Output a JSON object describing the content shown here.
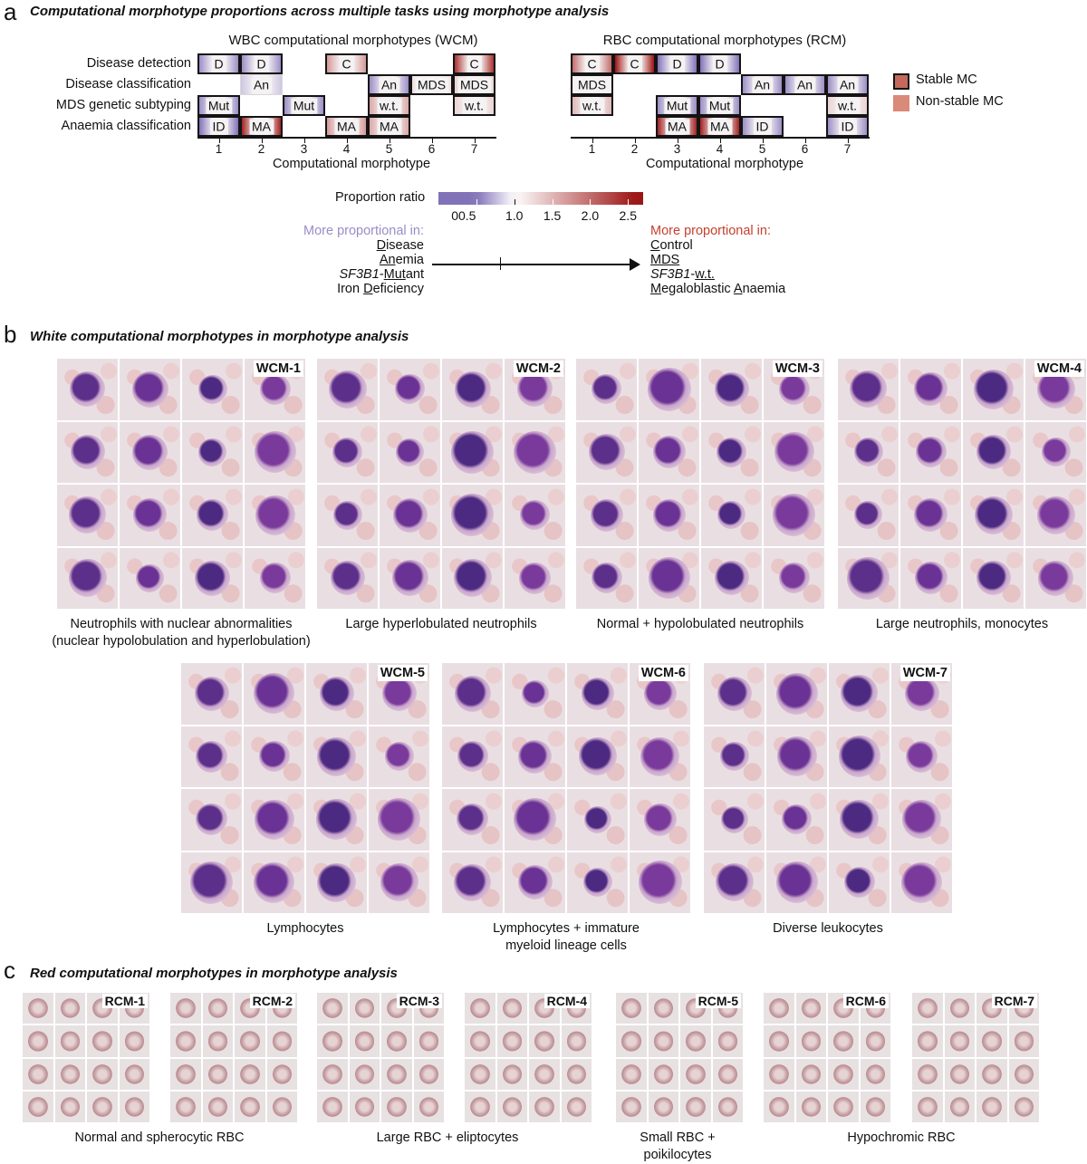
{
  "panel_a": {
    "letter": "a",
    "title": "Computational morphotype proportions across multiple tasks using morphotype analysis",
    "wbc_heading": "WBC computational morphotypes (WCM)",
    "rbc_heading": "RBC computational morphotypes (RCM)",
    "row_labels": [
      "Disease detection",
      "Disease classification",
      "MDS genetic subtyping",
      "Anaemia classification"
    ],
    "x_ticks": [
      "1",
      "2",
      "3",
      "4",
      "5",
      "6",
      "7"
    ],
    "x_axis_title": "Computational morphotype",
    "wbc_cells": [
      {
        "row": 0,
        "col": 1,
        "label": "D",
        "ratio": 0.6,
        "stable": true
      },
      {
        "row": 0,
        "col": 2,
        "label": "D",
        "ratio": 0.6,
        "stable": true
      },
      {
        "row": 0,
        "col": 4,
        "label": "C",
        "ratio": 1.7,
        "stable": true
      },
      {
        "row": 0,
        "col": 7,
        "label": "C",
        "ratio": 2.4,
        "stable": true
      },
      {
        "row": 1,
        "col": 2,
        "label": "An",
        "ratio": 0.8,
        "stable": false
      },
      {
        "row": 1,
        "col": 5,
        "label": "An",
        "ratio": 0.6,
        "stable": true
      },
      {
        "row": 1,
        "col": 6,
        "label": "MDS",
        "ratio": 1.2,
        "stable": true
      },
      {
        "row": 1,
        "col": 7,
        "label": "MDS",
        "ratio": 1.3,
        "stable": true
      },
      {
        "row": 2,
        "col": 1,
        "label": "Mut",
        "ratio": 0.6,
        "stable": true
      },
      {
        "row": 2,
        "col": 3,
        "label": "Mut",
        "ratio": 0.6,
        "stable": true
      },
      {
        "row": 2,
        "col": 5,
        "label": "w.t.",
        "ratio": 1.6,
        "stable": true
      },
      {
        "row": 2,
        "col": 7,
        "label": "w.t.",
        "ratio": 1.3,
        "stable": true
      },
      {
        "row": 3,
        "col": 1,
        "label": "ID",
        "ratio": 0.5,
        "stable": true
      },
      {
        "row": 3,
        "col": 2,
        "label": "MA",
        "ratio": 2.5,
        "stable": true
      },
      {
        "row": 3,
        "col": 4,
        "label": "MA",
        "ratio": 1.7,
        "stable": true
      },
      {
        "row": 3,
        "col": 5,
        "label": "MA",
        "ratio": 1.6,
        "stable": true
      }
    ],
    "rbc_cells": [
      {
        "row": 0,
        "col": 1,
        "label": "C",
        "ratio": 2.0,
        "stable": true
      },
      {
        "row": 0,
        "col": 2,
        "label": "C",
        "ratio": 2.6,
        "stable": true
      },
      {
        "row": 0,
        "col": 3,
        "label": "D",
        "ratio": 0.5,
        "stable": true
      },
      {
        "row": 0,
        "col": 4,
        "label": "D",
        "ratio": 0.5,
        "stable": true
      },
      {
        "row": 1,
        "col": 1,
        "label": "MDS",
        "ratio": 1.1,
        "stable": true
      },
      {
        "row": 1,
        "col": 5,
        "label": "An",
        "ratio": 0.6,
        "stable": true
      },
      {
        "row": 1,
        "col": 6,
        "label": "An",
        "ratio": 0.6,
        "stable": true
      },
      {
        "row": 1,
        "col": 7,
        "label": "An",
        "ratio": 0.6,
        "stable": true
      },
      {
        "row": 2,
        "col": 1,
        "label": "w.t.",
        "ratio": 1.5,
        "stable": true
      },
      {
        "row": 2,
        "col": 3,
        "label": "Mut",
        "ratio": 0.6,
        "stable": true
      },
      {
        "row": 2,
        "col": 4,
        "label": "Mut",
        "ratio": 0.6,
        "stable": true
      },
      {
        "row": 2,
        "col": 7,
        "label": "w.t.",
        "ratio": 1.3,
        "stable": true
      },
      {
        "row": 3,
        "col": 3,
        "label": "MA",
        "ratio": 2.5,
        "stable": true
      },
      {
        "row": 3,
        "col": 4,
        "label": "MA",
        "ratio": 2.5,
        "stable": true
      },
      {
        "row": 3,
        "col": 5,
        "label": "ID",
        "ratio": 0.6,
        "stable": true
      },
      {
        "row": 3,
        "col": 7,
        "label": "ID",
        "ratio": 0.6,
        "stable": true
      }
    ],
    "legend": {
      "stable": "Stable MC",
      "nonstable": "Non-stable MC",
      "stable_color": "#c46a5a",
      "nonstable_color": "#d98a78"
    },
    "colorbar": {
      "title": "Proportion ratio",
      "tick_labels": [
        "00.5",
        "1.0",
        "1.5",
        "2.0",
        "2.5"
      ],
      "tick_values": [
        0.5,
        1.0,
        1.5,
        2.0,
        2.5
      ],
      "range": [
        0.0,
        2.7
      ],
      "low_color": "#8272b8",
      "mid_color": "#ffffff",
      "high_color": "#9c1515"
    },
    "more_left": {
      "heading": "More proportional in:",
      "items": [
        {
          "u": "D",
          "rest": "isease"
        },
        {
          "u": "An",
          "rest": "emia"
        },
        {
          "pre_italic": "SF3B1",
          "pre": "-",
          "u": "Mut",
          "rest": "ant"
        },
        {
          "pre": "Iron ",
          "u": "D",
          "rest": "eficiency"
        }
      ]
    },
    "more_right": {
      "heading": "More proportional in:",
      "items": [
        {
          "u": "C",
          "rest": "ontrol"
        },
        {
          "u": "MDS",
          "rest": ""
        },
        {
          "pre_italic": "SF3B1",
          "pre": "-",
          "u": "w.t.",
          "rest": ""
        },
        {
          "u": "M",
          "rest": "egaloblastic ",
          "u2": "A",
          "rest2": "naemia"
        }
      ]
    }
  },
  "panel_b": {
    "letter": "b",
    "title": "White computational morphotypes in morphotype analysis",
    "groups": [
      {
        "tag": "WCM-1",
        "caption": [
          "Neutrophils with nuclear abnormalities",
          "(nuclear hypolobulation and hyperlobulation)"
        ]
      },
      {
        "tag": "WCM-2",
        "caption": [
          "Large hyperlobulated neutrophils"
        ]
      },
      {
        "tag": "WCM-3",
        "caption": [
          "Normal + hypolobulated neutrophils"
        ]
      },
      {
        "tag": "WCM-4",
        "caption": [
          "Large neutrophils, monocytes"
        ]
      },
      {
        "tag": "WCM-5",
        "caption": [
          "Lymphocytes"
        ]
      },
      {
        "tag": "WCM-6",
        "caption": [
          "Lymphocytes + immature",
          "myeloid lineage cells"
        ]
      },
      {
        "tag": "WCM-7",
        "caption": [
          "Diverse leukocytes"
        ]
      }
    ]
  },
  "panel_c": {
    "letter": "c",
    "title": "Red computational morphotypes in morphotype analysis",
    "groups": [
      {
        "tag": "RCM-1"
      },
      {
        "tag": "RCM-2"
      },
      {
        "tag": "RCM-3"
      },
      {
        "tag": "RCM-4"
      },
      {
        "tag": "RCM-5"
      },
      {
        "tag": "RCM-6"
      },
      {
        "tag": "RCM-7"
      }
    ],
    "captions": [
      [
        "Normal and spherocytic RBC"
      ],
      [
        "Large RBC + eliptocytes"
      ],
      [
        "Small RBC +",
        "poikilocytes"
      ],
      [
        "Hypochromic RBC"
      ]
    ]
  }
}
